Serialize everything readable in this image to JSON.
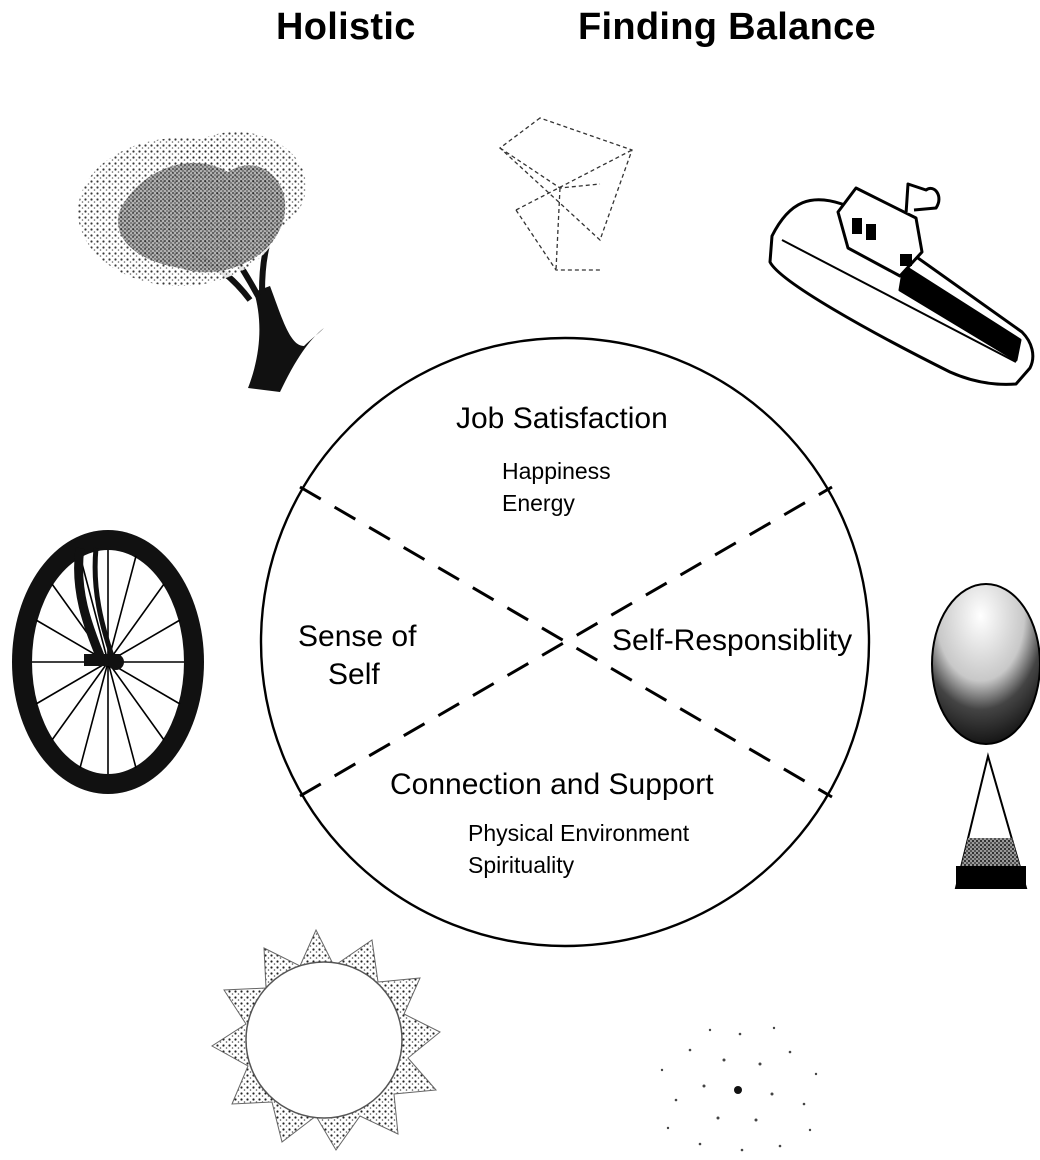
{
  "header": {
    "left_title": "Holistic",
    "right_title": "Finding Balance"
  },
  "circle": {
    "top": {
      "label": "Job Satisfaction",
      "items": [
        "Happiness",
        "Energy"
      ]
    },
    "left": {
      "label_line1": "Sense of",
      "label_line2": "Self"
    },
    "right": {
      "label": "Self-Responsiblity"
    },
    "bottom": {
      "label": "Connection and Support",
      "items": [
        "Physical Environment",
        "Spirituality"
      ]
    }
  },
  "icons": [
    "tree-icon",
    "constellation-icon",
    "boat-icon",
    "wheel-icon",
    "egg-icon",
    "sun-icon",
    "dots-icon"
  ]
}
